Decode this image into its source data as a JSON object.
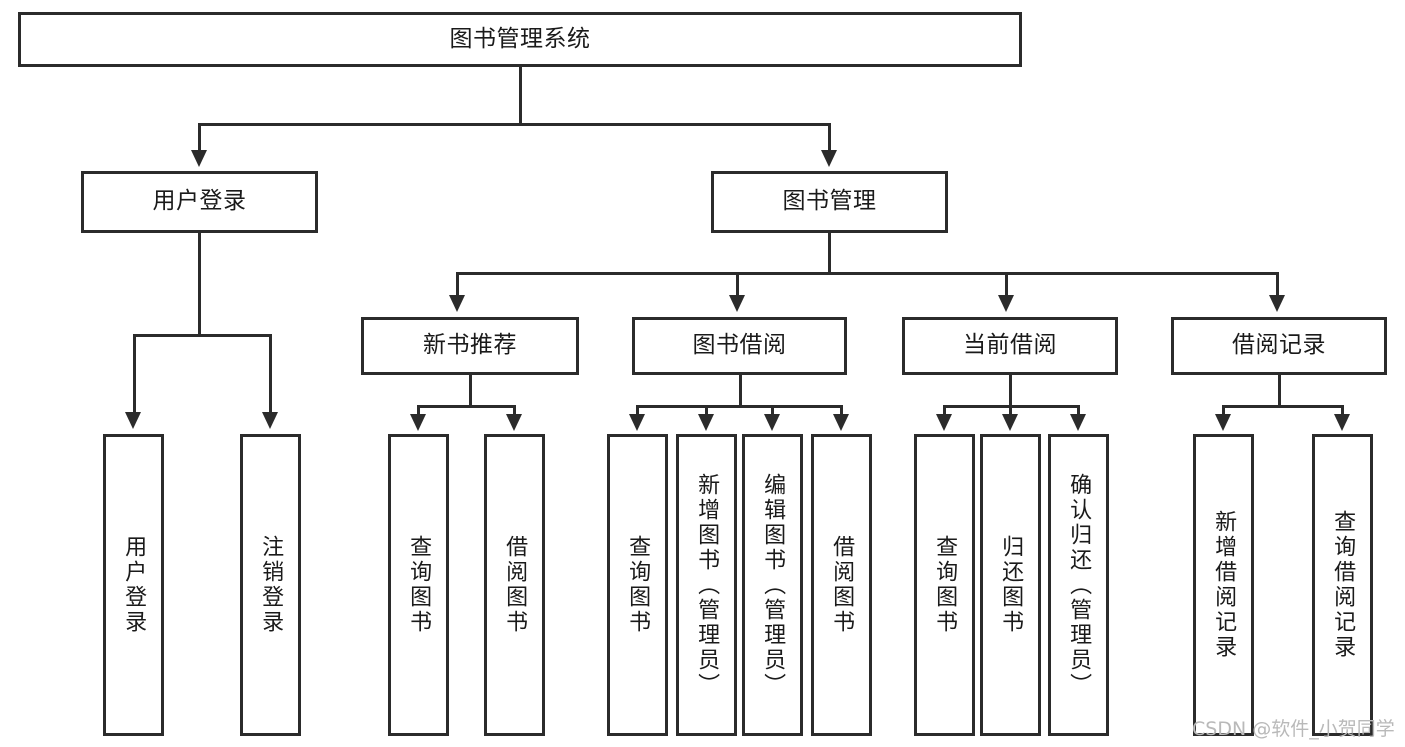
{
  "diagram": {
    "title": "图书管理系统",
    "type": "功能结构图",
    "root": {
      "label": "图书管理系统"
    },
    "level2": [
      {
        "label": "用户登录"
      },
      {
        "label": "图书管理"
      }
    ],
    "level3": [
      {
        "label": "新书推荐"
      },
      {
        "label": "图书借阅"
      },
      {
        "label": "当前借阅"
      },
      {
        "label": "借阅记录"
      }
    ],
    "groups": [
      {
        "parent": "用户登录",
        "leaves": [
          {
            "label": "用户登录"
          },
          {
            "label": "注销登录"
          }
        ]
      },
      {
        "parent": "新书推荐",
        "leaves": [
          {
            "label": "查询图书"
          },
          {
            "label": "借阅图书"
          }
        ]
      },
      {
        "parent": "图书借阅",
        "leaves": [
          {
            "label": "查询图书"
          },
          {
            "label": "新增图书（管理员）"
          },
          {
            "label": "编辑图书（管理员）"
          },
          {
            "label": "借阅图书"
          }
        ]
      },
      {
        "parent": "当前借阅",
        "leaves": [
          {
            "label": "查询图书"
          },
          {
            "label": "归还图书"
          },
          {
            "label": "确认归还（管理员）"
          }
        ]
      },
      {
        "parent": "借阅记录",
        "leaves": [
          {
            "label": "新增借阅记录"
          },
          {
            "label": "查询借阅记录"
          }
        ]
      }
    ]
  },
  "watermark": {
    "text": "CSDN @软件_小贺同学"
  },
  "colors": {
    "stroke": "#2b2b2b",
    "fill": "#ffffff",
    "text": "#1a1a1a",
    "watermark": "#b9b9b9"
  }
}
